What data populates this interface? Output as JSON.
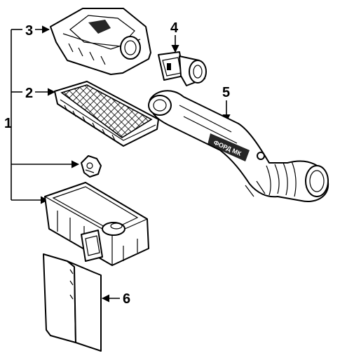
{
  "callouts": {
    "c1": "1",
    "c2": "2",
    "c3": "3",
    "c4": "4",
    "c5": "5",
    "c6": "6"
  },
  "parts": {
    "hose_text": "ФОРД МК"
  },
  "colors": {
    "ink": "#000000",
    "paper": "#ffffff"
  }
}
